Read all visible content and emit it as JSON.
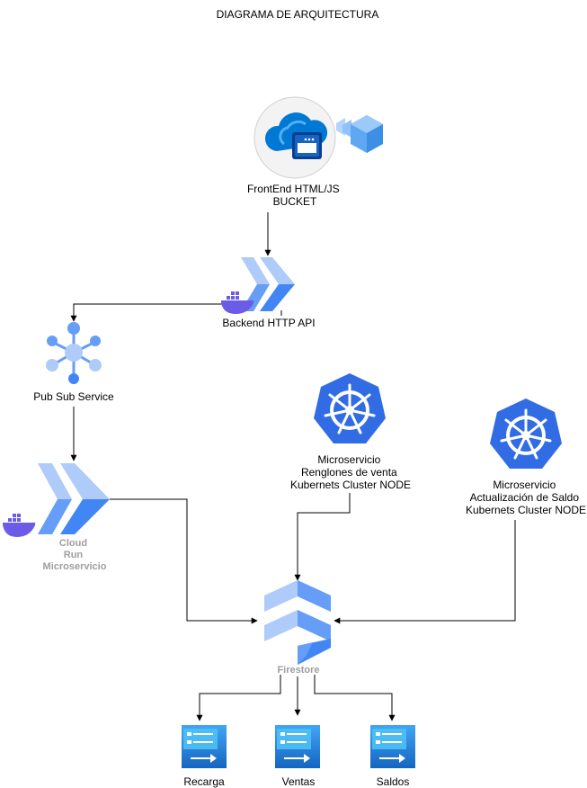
{
  "title": "DIAGRAMA DE ARQUITECTURA",
  "nodes": {
    "frontend": {
      "lines": [
        "FrontEnd HTML/JS",
        "BUCKET"
      ],
      "icon": "cloud-storage-icon"
    },
    "backend": {
      "label": "Backend HTTP API",
      "icon": "cloud-run-icon"
    },
    "pubsub": {
      "label": "Pub Sub Service",
      "icon": "pubsub-icon"
    },
    "cloudrun": {
      "lines": [
        "Cloud",
        "Run",
        "Microservicio"
      ],
      "icon": "cloud-run-icon"
    },
    "ms_ventas": {
      "lines": [
        "Microservicio",
        "Renglones de venta",
        "Kubernets  Cluster NODE"
      ],
      "icon": "kubernetes-icon"
    },
    "ms_saldo": {
      "lines": [
        "Microservicio",
        "Actualización de Saldo",
        "Kubernets  Cluster NODE"
      ],
      "icon": "kubernetes-icon"
    },
    "firestore": {
      "label": "Firestore",
      "icon": "firestore-icon"
    },
    "recarga": {
      "label": "Recarga",
      "icon": "collection-icon"
    },
    "ventas": {
      "label": "Ventas",
      "icon": "collection-icon"
    },
    "saldos": {
      "label": "Saldos",
      "icon": "collection-icon"
    }
  },
  "colors": {
    "kubernetes": "#326ce5",
    "gcp_blue": "#4285f4",
    "gcp_light": "#aecbfa",
    "azure_blue": "#0078d4",
    "collection_blue": "#1e88e5",
    "docker_purple": "#6b5ce7"
  }
}
